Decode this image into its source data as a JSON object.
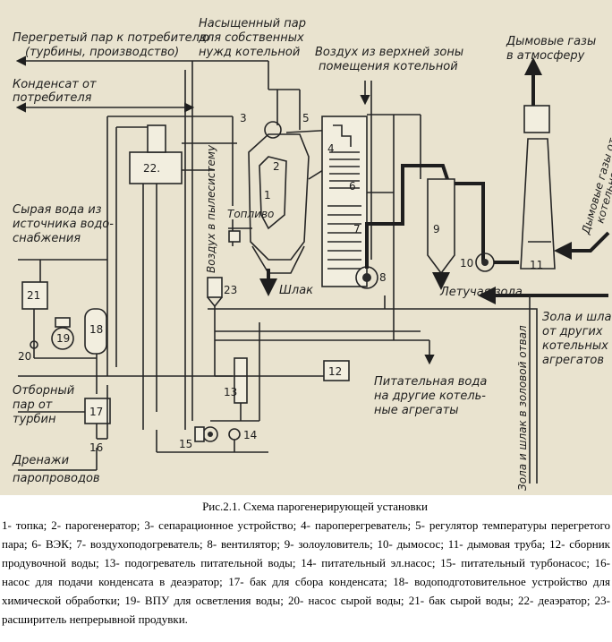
{
  "diagram": {
    "labels": {
      "superheated_1": "Перегретый пар к потребителю",
      "superheated_2": "(турбины, производство)",
      "condensate_1": "Конденсат от",
      "condensate_2": "потребителя",
      "saturated_1": "Насыщенный пар",
      "saturated_2": "для собственных",
      "saturated_3": "нужд котельной",
      "air_top_1": "Воздух из верхней зоны",
      "air_top_2": "помещения котельной",
      "flue_1": "Дымовые газы",
      "flue_2": "в атмосферу",
      "flue_other_1": "Дымовые газы от другого",
      "flue_other_2": "котельного агрегата",
      "raw_water_1": "Сырая вода из",
      "raw_water_2": "источника водо-",
      "raw_water_3": "снабжения",
      "air_to_dust": "Воздух в пылесистему",
      "fuel": "Топливо",
      "slag": "Шлак",
      "fly_ash": "Летучая зола",
      "ash_other_1": "Зола и шлак",
      "ash_other_2": "от других",
      "ash_other_3": "котельных",
      "ash_other_4": "агрегатов",
      "ash_dump": "Зола и шлак в золовой отвал",
      "feedwater_1": "Питательная вода",
      "feedwater_2": "на другие котель-",
      "feedwater_3": "ные агрегаты",
      "extraction_1": "Отборный",
      "extraction_2": "пар от",
      "extraction_3": "турбин",
      "drains_1": "Дренажи",
      "drains_2": "паропроводов"
    },
    "numbers": [
      "1",
      "2",
      "3",
      "4",
      "5",
      "6",
      "7",
      "8",
      "9",
      "10",
      "11",
      "12",
      "13",
      "14",
      "15",
      "16",
      "17",
      "18",
      "19",
      "20",
      "21",
      "22.",
      "23"
    ]
  },
  "caption": {
    "title": "Рис.2.1. Схема парогенерирующей установки",
    "legend": "1- топка; 2- парогенератор; 3- сепарационное устройство; 4- пароперегреватель; 5- регулятор температуры перегретого пара; 6- ВЭК; 7- воздухоподогреватель; 8- вентилятор; 9- золоуловитель; 10- дымосос; 11- дымовая труба; 12- сборник продувочной воды; 13- подогреватель питательной воды; 14- питательный эл.насос; 15- питательный турбонасос; 16- насос для подачи конденсата в деаэратор; 17- бак для сбора конденсата; 18- водоподготовительное устройство для химической обработки; 19- ВПУ для осветления воды; 20- насос сырой воды; 21- бак сырой воды; 22- деаэратор; 23- расширитель непрерывной продувки."
  }
}
